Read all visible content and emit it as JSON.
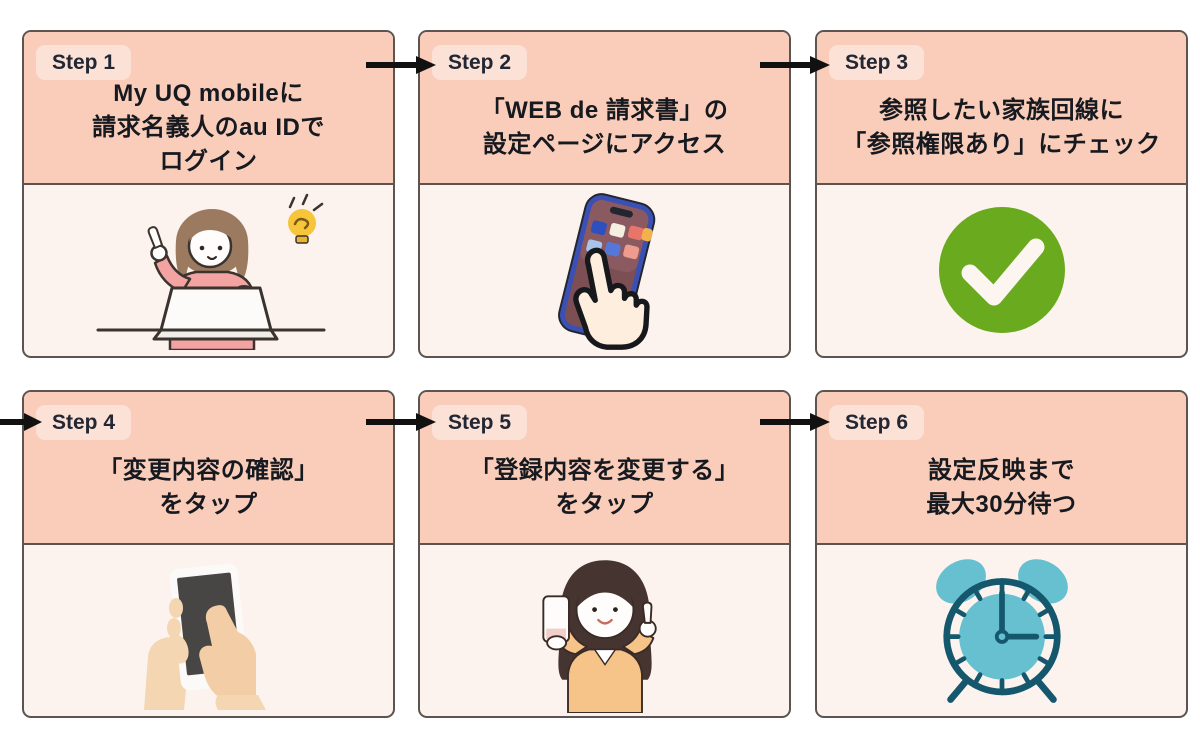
{
  "title": "WEB de 請求書 設定手順 6ステップ",
  "colors": {
    "card_header": "#f9cdb9",
    "card_body": "#fdf3ee",
    "step_badge": "#fce1d7",
    "card_border": "#5b5450",
    "text": "#16191f",
    "arrow": "#111111",
    "check_green": "#69aa1f",
    "clock_teal": "#66c0cf",
    "clock_dark": "#15586d"
  },
  "steps": [
    {
      "label": "Step 1",
      "text": "My UQ mobileに\n請求名義人のau IDで\nログイン",
      "illustration": "woman-at-laptop-with-idea-bulb"
    },
    {
      "label": "Step 2",
      "text": "「WEB de 請求書」の\n設定ページにアクセス",
      "illustration": "finger-tapping-smartphone"
    },
    {
      "label": "Step 3",
      "text": "参照したい家族回線に\n「参照権限あり」にチェック",
      "illustration": "green-checkmark"
    },
    {
      "label": "Step 4",
      "text": "「変更内容の確認」\nをタップ",
      "illustration": "hands-tapping-phone"
    },
    {
      "label": "Step 5",
      "text": "「登録内容を変更する」\nをタップ",
      "illustration": "woman-showing-phone"
    },
    {
      "label": "Step 6",
      "text": "設定反映まで\n最大30分待つ",
      "illustration": "alarm-clock"
    }
  ]
}
